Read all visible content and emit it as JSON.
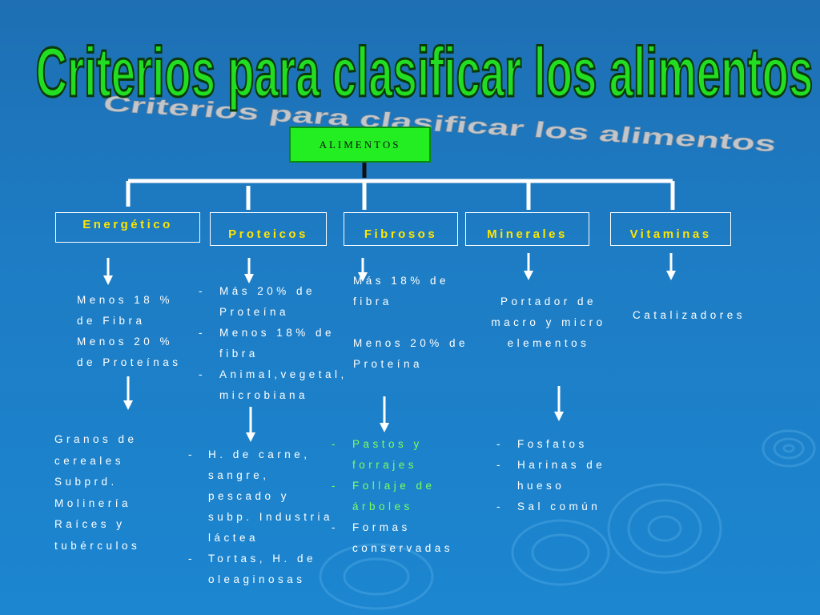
{
  "title": "Criterios para clasificar los alimentos",
  "root_label": "ALIMENTOS",
  "categories": [
    {
      "label": "Energético"
    },
    {
      "label": "Proteicos"
    },
    {
      "label": "Fibrosos"
    },
    {
      "label": "Minerales"
    },
    {
      "label": "Vitaminas"
    }
  ],
  "descriptions": {
    "energetico": [
      "Menos 18 %",
      "de Fibra",
      "Menos 20 %",
      "de Proteínas"
    ],
    "proteicos": [
      {
        "bullet": "-",
        "lines": [
          "Más 20% de",
          "Proteína"
        ]
      },
      {
        "bullet": "-",
        "lines": [
          "Menos 18% de",
          "fibra"
        ]
      },
      {
        "bullet": "-",
        "lines": [
          "Animal,vegetal,",
          "microbiana"
        ]
      }
    ],
    "fibrosos": [
      "Más 18% de",
      "fibra",
      "",
      "Menos 20% de",
      "Proteína"
    ],
    "minerales": [
      "Portador de",
      "macro y micro",
      "elementos"
    ],
    "vitaminas": [
      "Catalizadores"
    ]
  },
  "examples": {
    "energetico": [
      "Granos de",
      "cereales",
      "Subprd.",
      "Molinería",
      "Raíces y",
      "tubérculos"
    ],
    "proteicos": [
      {
        "bullet": "-",
        "lines": [
          "H. de carne,",
          "sangre,",
          "pescado y",
          "subp. Industria",
          "láctea"
        ]
      },
      {
        "bullet": "-",
        "lines": [
          "Tortas, H. de",
          "oleaginosas"
        ]
      }
    ],
    "fibrosos": [
      {
        "bullet": "-",
        "lines": [
          "Pastos y",
          "forrajes"
        ],
        "color": "#7dff5a"
      },
      {
        "bullet": "-",
        "lines": [
          "Follaje de",
          "árboles"
        ],
        "color": "#7dff5a"
      },
      {
        "bullet": "-",
        "lines": [
          "Formas",
          "conservadas"
        ],
        "color": "#ffffff"
      }
    ],
    "minerales": [
      {
        "bullet": "-",
        "lines": [
          "Fosfatos"
        ]
      },
      {
        "bullet": "-",
        "lines": [
          "Harinas de",
          "hueso"
        ]
      },
      {
        "bullet": "-",
        "lines": [
          "Sal común"
        ]
      }
    ]
  },
  "colors": {
    "background": "#1d7cc4",
    "title_green": "#22dd22",
    "title_outline": "#0a3a0a",
    "title_shadow": "#c0c6cc",
    "category_text": "#ffe600",
    "root_box": "#22ee22"
  }
}
